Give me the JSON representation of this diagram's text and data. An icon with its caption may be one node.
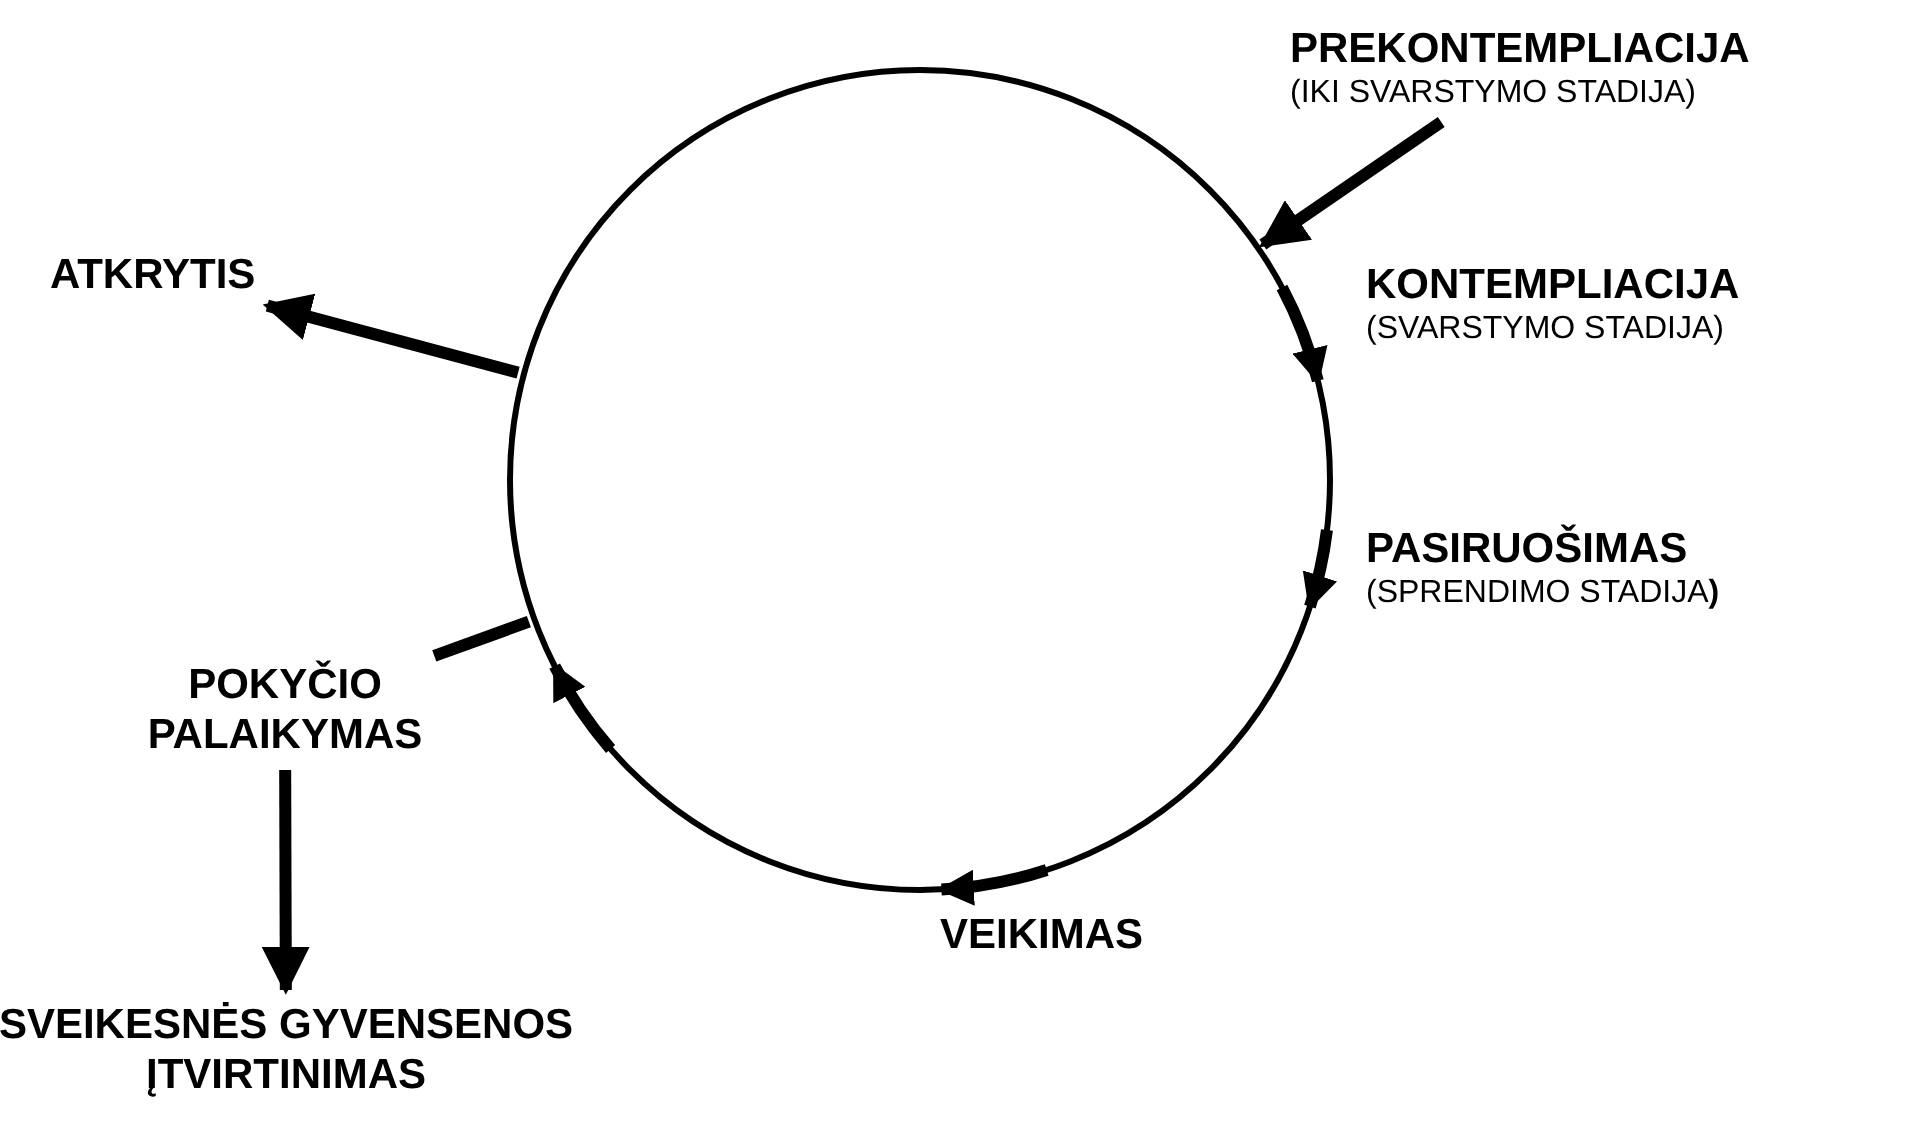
{
  "diagram": {
    "nodes": [
      {
        "text": [],
        "shape": "circle"
      },
      {
        "text": [
          "PREKONTEMPLIACIJA",
          "(IKI SVARSTYMO STADIJA)"
        ]
      },
      {
        "text": [
          "KONTEMPLIACIJA",
          "(SVARSTYMO STADIJA)"
        ]
      },
      {
        "text": [
          "PASIRUOŠIMAS",
          "(SPRENDIMO STADIJA**)**"
        ]
      },
      {
        "text": [
          "VEIKIMAS"
        ]
      },
      {
        "text": [
          "POKYČIO PALAIKYMAS"
        ]
      },
      {
        "text": [
          "SVEIKESNĖS GYVENSENOS ĮTVIRTINIMAS"
        ]
      },
      {
        "text": [
          "ATKRYTIS"
        ]
      }
    ],
    "edges": [
      {
        "from": 1,
        "to": 0,
        "arrow": "to"
      },
      {
        "from": 0,
        "to": 7,
        "arrow": "to"
      },
      {
        "from": 5,
        "to": 0,
        "arrow": "none"
      },
      {
        "from": 5,
        "to": 6,
        "arrow": "to"
      }
    ]
  }
}
